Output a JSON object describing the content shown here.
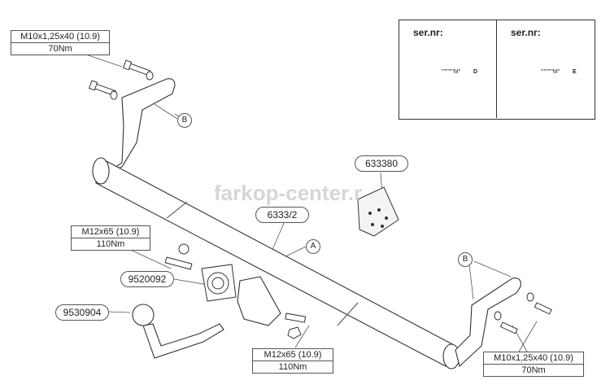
{
  "watermark": "farkop-center.r",
  "labels": {
    "bolt_top": {
      "spec": "M10x1,25x40 (10.9)",
      "torque": "70Nm"
    },
    "bolt_mid": {
      "spec": "M12x65 (10.9)",
      "torque": "110Nm"
    },
    "bolt_low": {
      "spec": "M12x65 (10.9)",
      "torque": "110Nm"
    },
    "bolt_right": {
      "spec": "M10x1,25x40 (10.9)",
      "torque": "70Nm"
    }
  },
  "parts": {
    "plate": "633380",
    "crossbar": "6333/2",
    "socket_plate": "9520092",
    "ball": "9530904"
  },
  "callouts": {
    "a": "A",
    "b_left": "B",
    "b_right": "B"
  },
  "serial_panels": [
    {
      "title": "ser.nr:",
      "code": "\"\"\"\"\"\"M\"",
      "letter": "D"
    },
    {
      "title": "ser.nr:",
      "code": "\"\"\"\"\"\"M\"",
      "letter": "E"
    }
  ]
}
